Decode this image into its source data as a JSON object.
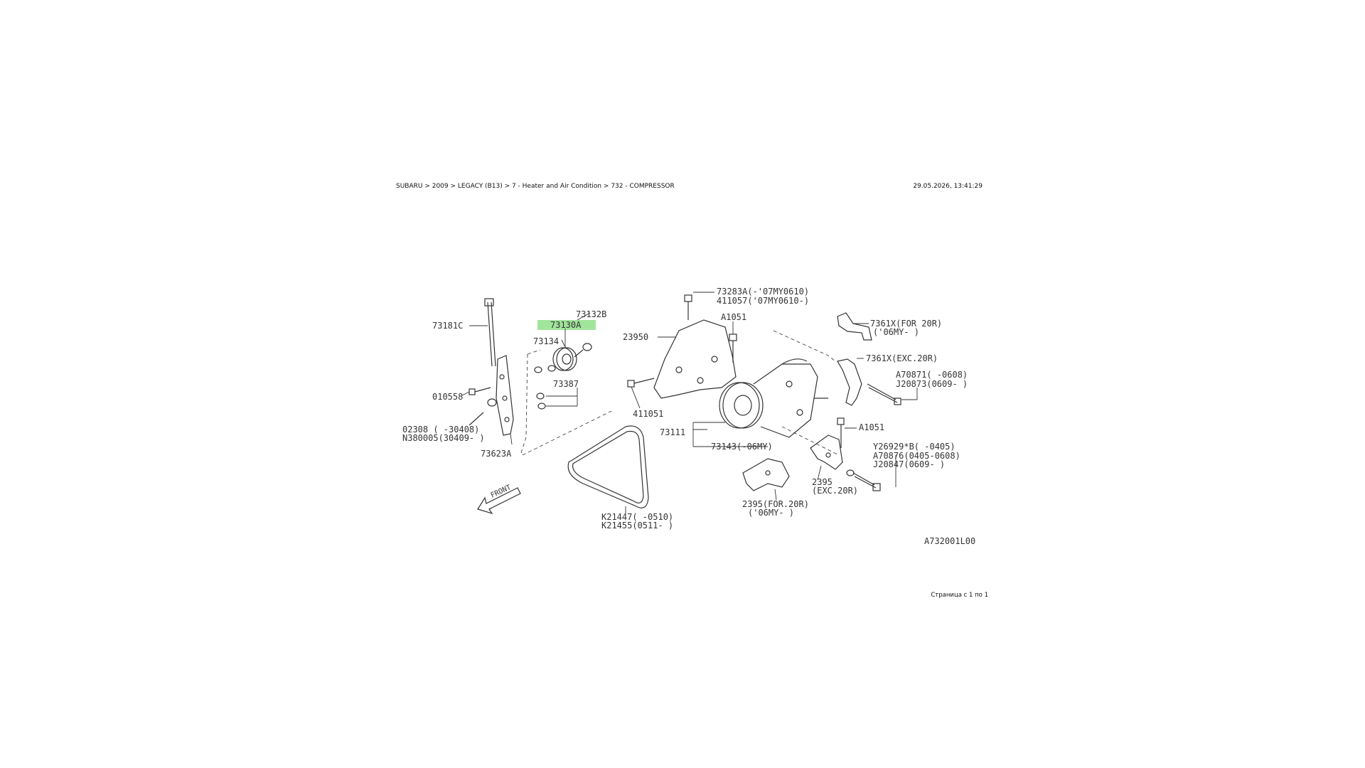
{
  "header": {
    "breadcrumb": "SUBARU > 2009 > LEGACY (B13) > 7 - Heater and Air Condition > 732 - COMPRESSOR",
    "timestamp": "29.05.2026, 13:41:29"
  },
  "footer": {
    "page_indicator": "Страница с 1 по 1"
  },
  "diagram": {
    "code": "A732001L00",
    "front_mark": "FRONT",
    "labels": {
      "p73181C": "73181C",
      "p73132B": "73132B",
      "p73130A": "73130A",
      "p73134": "73134",
      "p73387": "73387",
      "p010558": "010558",
      "p02308": "02308  (  -30408)",
      "pN380005": "N380005(30409-  )",
      "p73623A": "73623A",
      "p73283A": "73283A(-'07MY0610)",
      "p411057": "411057('07MY0610-)",
      "pA1051top": "A1051",
      "p23950": "23950",
      "p411051": "411051",
      "p7361X_for": "7361X(FOR 20R)",
      "p7361X_for2": "('06MY-  )",
      "p7361X_exc": "7361X(EXC.20R)",
      "pA70871": "A70871(  -0608)",
      "pJ20873": "J20873(0609-  )",
      "pA1051mid": "A1051",
      "p73111": "73111",
      "p73143": "73143(-06MY)",
      "pY26929": "Y26929*B(  -0405)",
      "pA70876": "A70876(0405-0608)",
      "pJ20847": "J20847(0609-   )",
      "p2395_exc1": "2395",
      "p2395_exc2": "(EXC.20R)",
      "p2395_for1": "2395(FOR.20R)",
      "p2395_for2": "('06MY-  )",
      "pK21447": "K21447(  -0510)",
      "pK21455": "K21455(0511-  )"
    },
    "highlight_part": "73130A",
    "highlight_color": "#8fe08a"
  }
}
